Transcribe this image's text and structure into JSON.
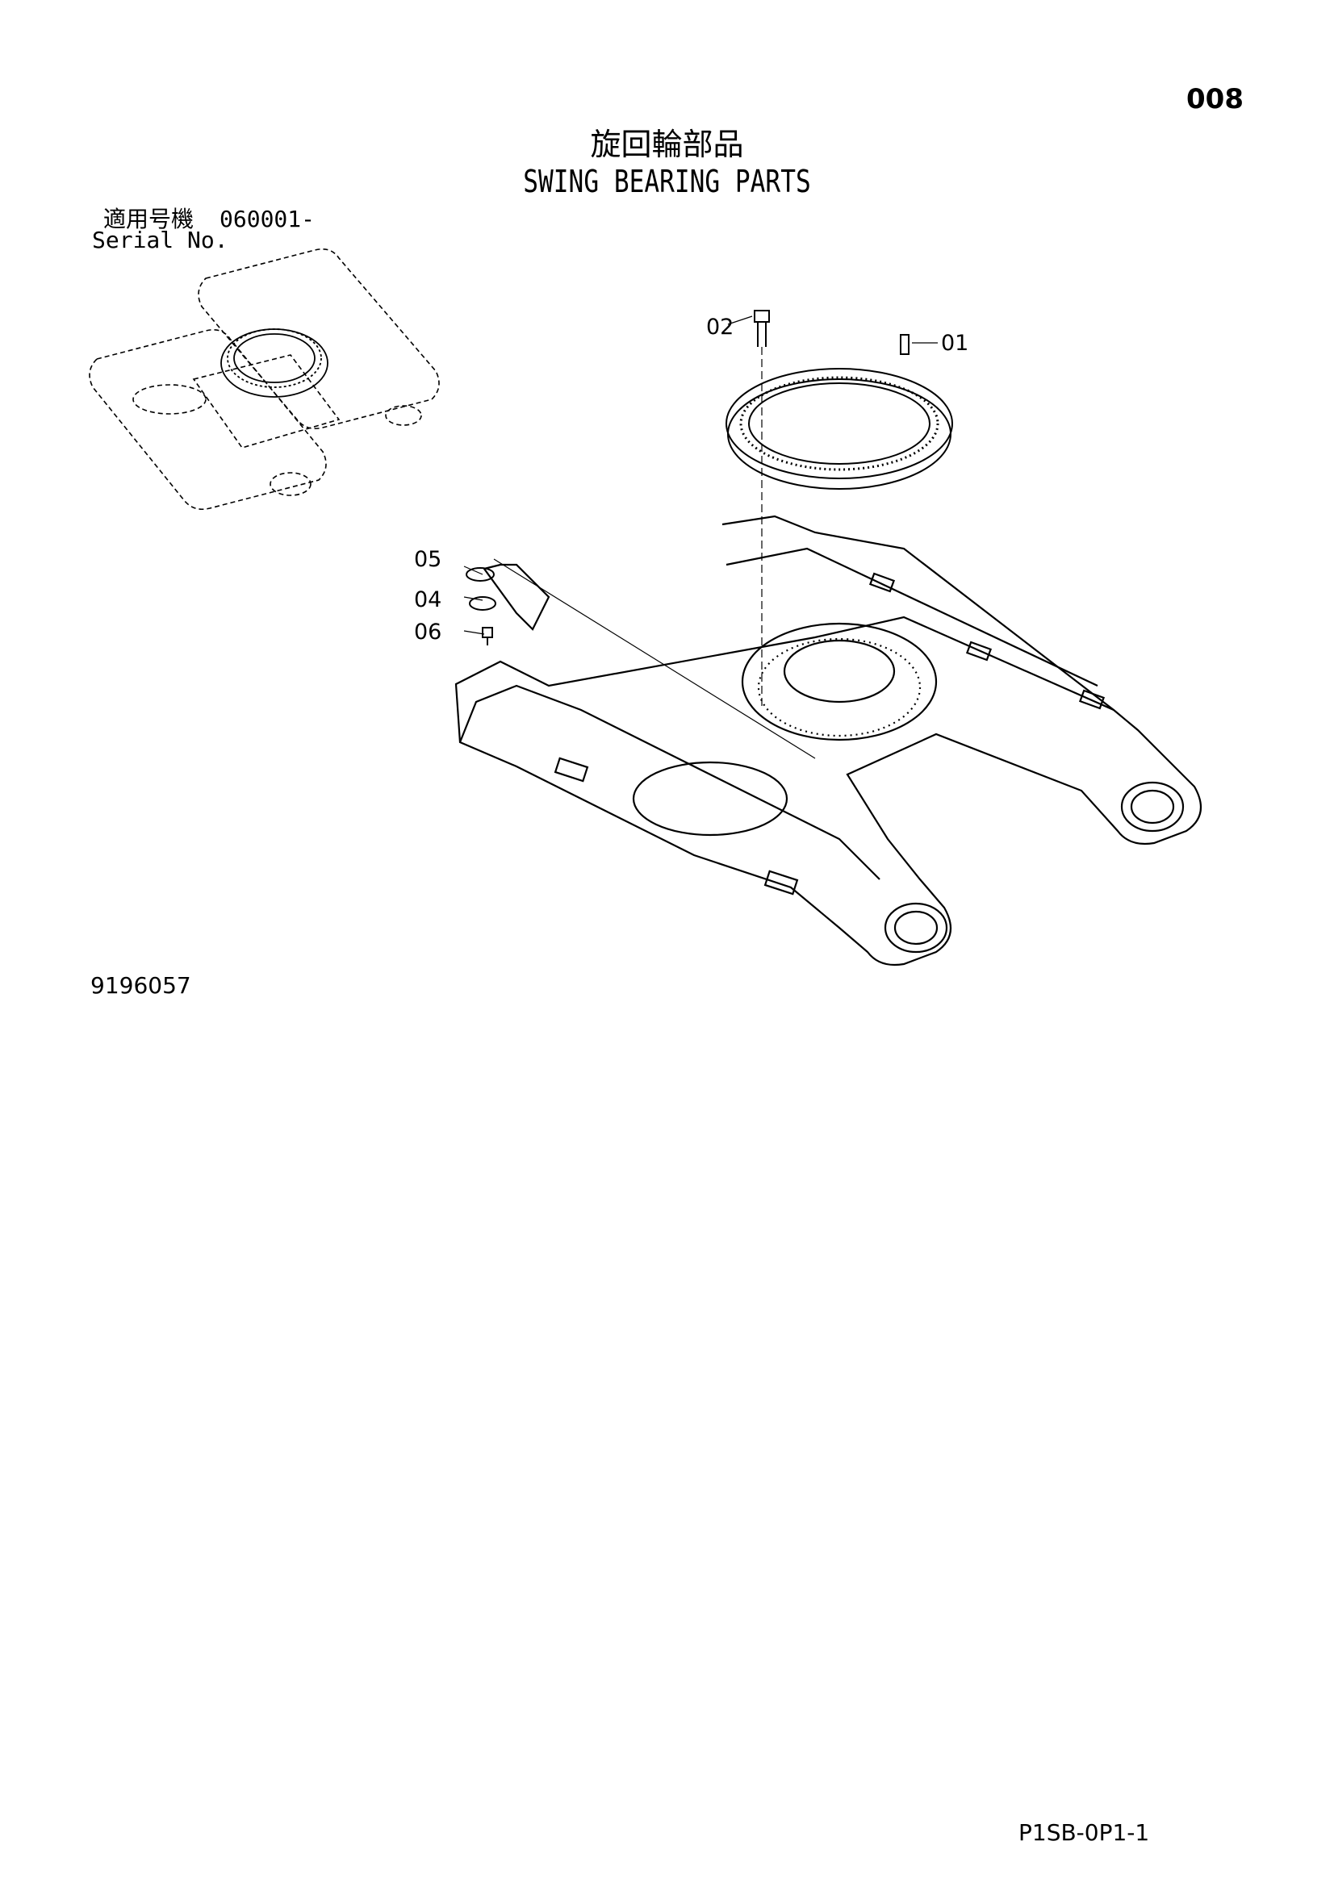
{
  "page": {
    "page_number": "008",
    "title_jp": "旋回輪部品",
    "title_en": "SWING BEARING PARTS",
    "serial_label_jp": "適用号機",
    "serial_range": "060001-",
    "serial_label_en": "Serial No.",
    "drawing_number": "9196057",
    "document_code": "P1SB-0P1-1"
  },
  "callouts": [
    "01",
    "02",
    "04",
    "05",
    "06"
  ]
}
